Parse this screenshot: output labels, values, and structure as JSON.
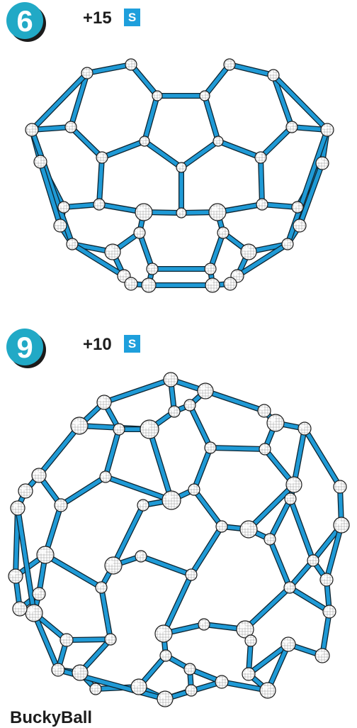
{
  "steps": [
    {
      "number": "6",
      "points": "+15",
      "tag": "S"
    },
    {
      "number": "9",
      "points": "+10",
      "tag": "S"
    }
  ],
  "caption": "BuckyBall",
  "colors": {
    "badge": "#21a9c6",
    "badge_shadow": "#1b1b1b",
    "rod": "#1f9ad6",
    "rod_outline": "#0d2430",
    "tag_bg": "#1e9fdc",
    "ball": "#ffffff"
  }
}
